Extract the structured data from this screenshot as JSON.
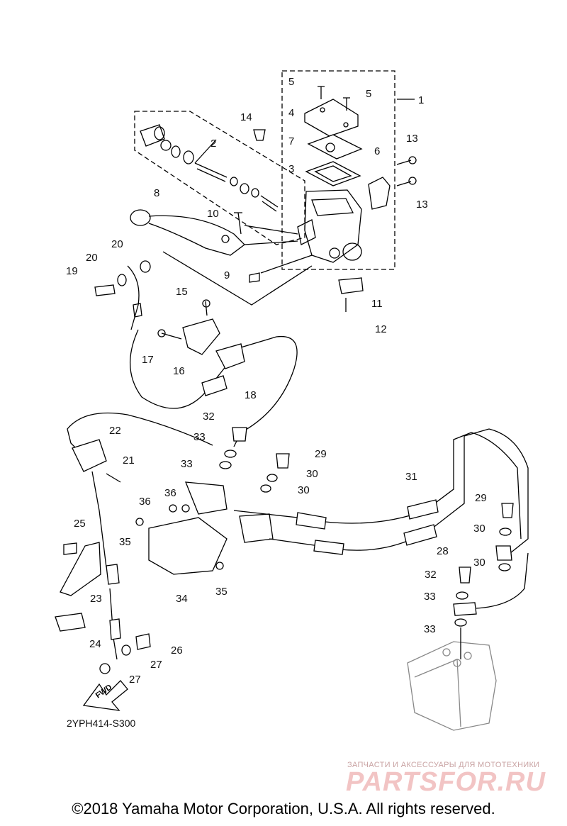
{
  "diagram": {
    "code": "2YPH414-S300",
    "fwd_label": "FWD",
    "callouts": [
      "1",
      "2",
      "3",
      "4",
      "5",
      "5",
      "6",
      "7",
      "8",
      "9",
      "10",
      "11",
      "12",
      "13",
      "13",
      "14",
      "15",
      "16",
      "17",
      "18",
      "19",
      "20",
      "20",
      "21",
      "22",
      "23",
      "24",
      "25",
      "26",
      "27",
      "27",
      "28",
      "29",
      "29",
      "30",
      "30",
      "30",
      "30",
      "31",
      "32",
      "32",
      "33",
      "33",
      "33",
      "33",
      "34",
      "35",
      "35",
      "36",
      "36"
    ]
  },
  "watermark": {
    "tagline": "ЗАПЧАСТИ И АКСЕССУАРЫ ДЛЯ МОТОТЕХНИКИ",
    "brand": "PARTSFOR.RU"
  },
  "footer": {
    "copyright": "©2018 Yamaha Motor Corporation, U.S.A. All rights reserved."
  }
}
